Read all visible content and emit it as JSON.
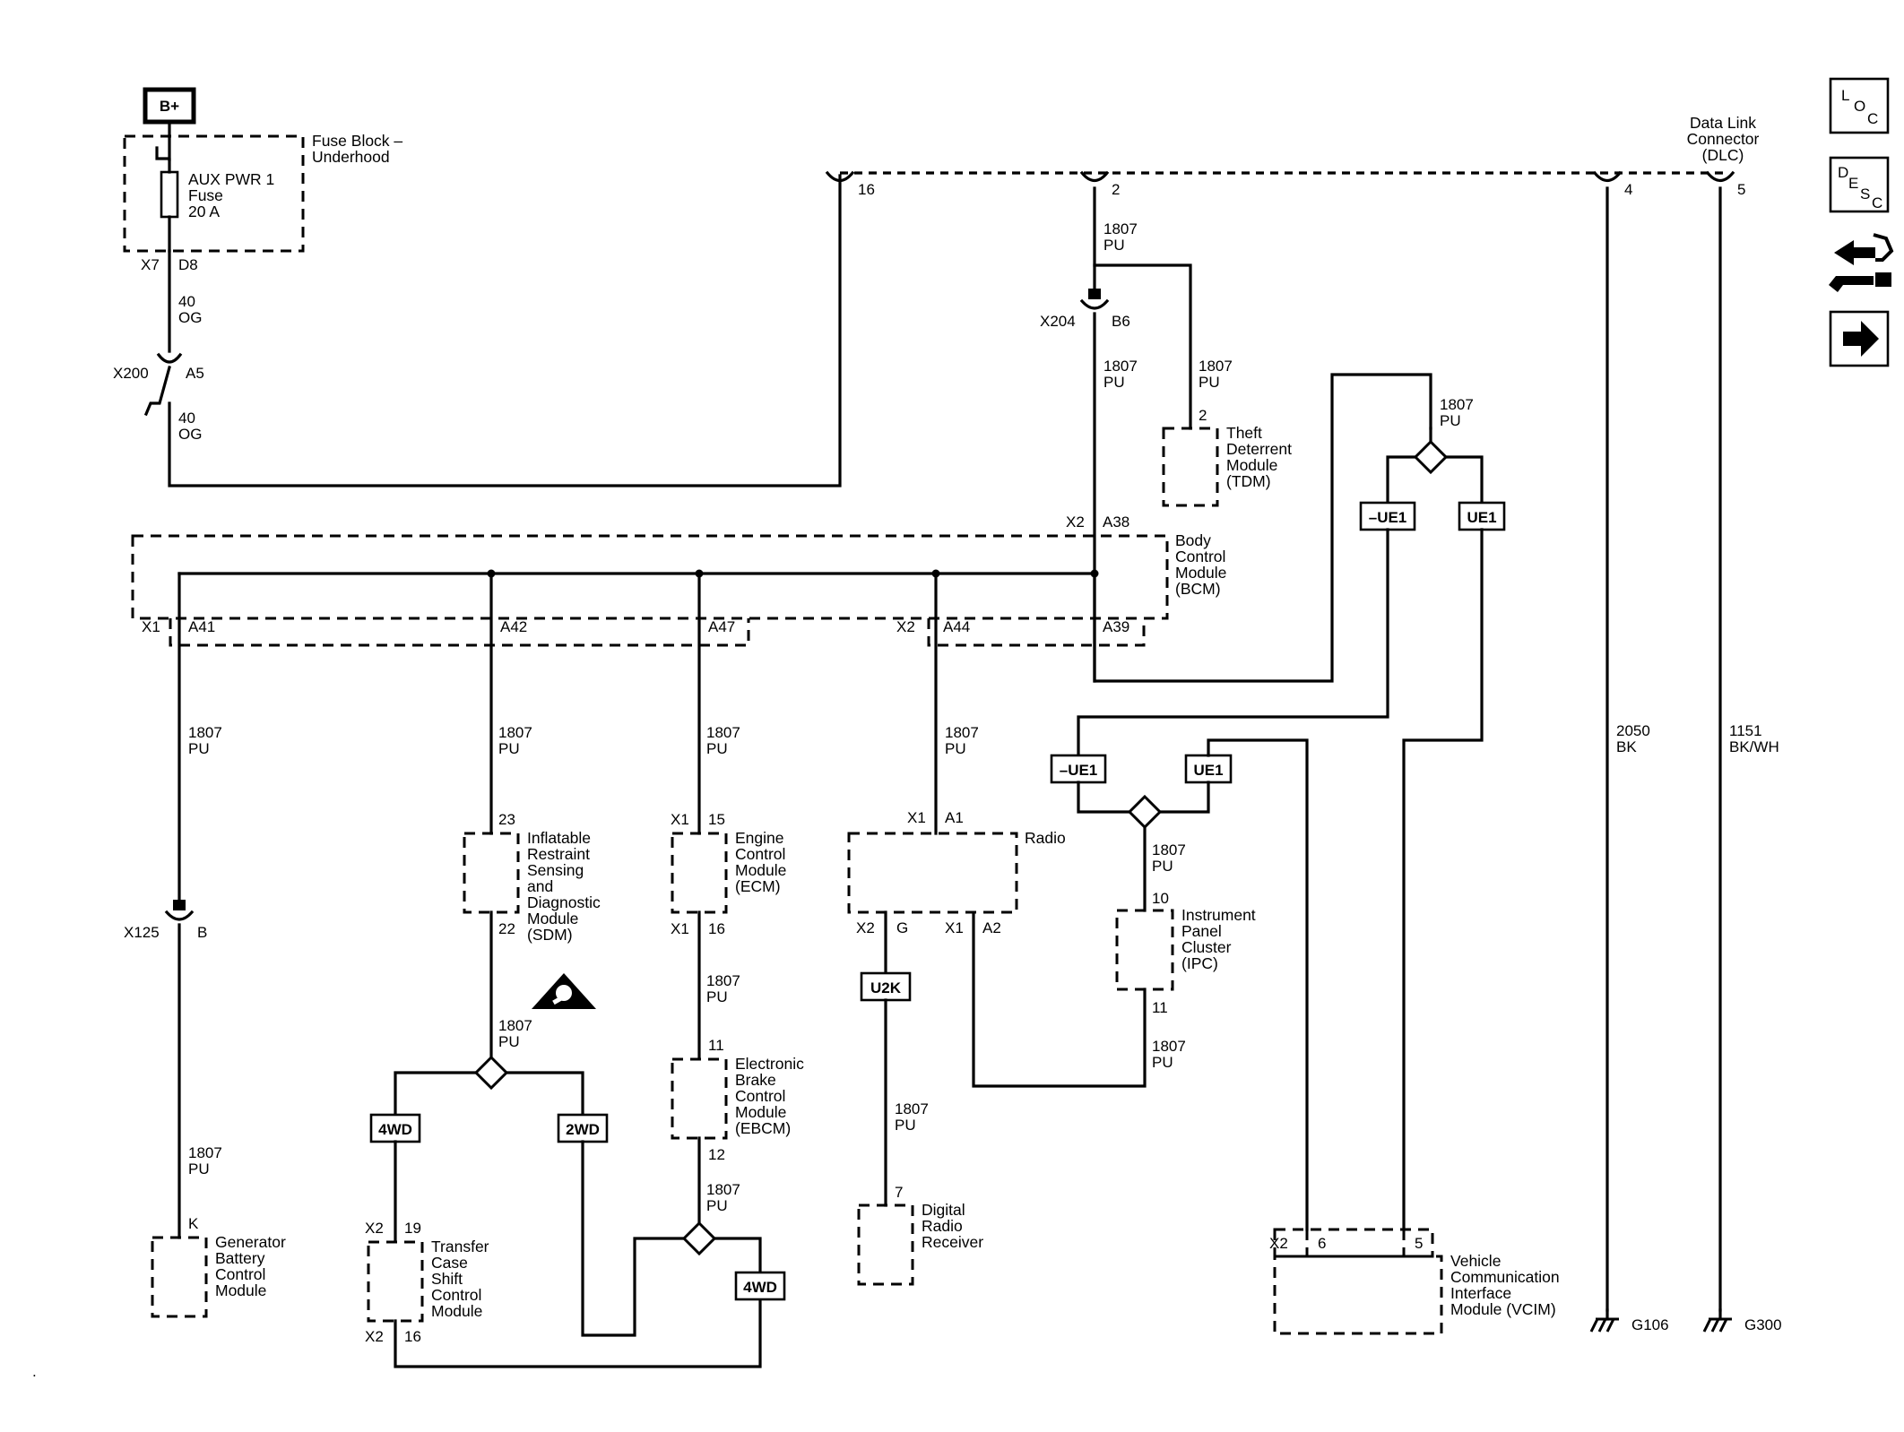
{
  "power": {
    "battery": "B+"
  },
  "fuse_block": {
    "name": "Fuse Block – Underhood",
    "line1": "Fuse Block –",
    "line2": "Underhood",
    "fuse_name": "AUX PWR 1",
    "fuse_word": "Fuse",
    "rating": "20 A",
    "conn": "X7",
    "pin": "D8"
  },
  "wires": {
    "og_circuit": "40",
    "og_color": "OG",
    "pu_circuit": "1807",
    "pu_color": "PU",
    "bk_circuit": "2050",
    "bk_color": "BK",
    "bkwh_circuit": "1151",
    "bkwh_color": "BK/WH"
  },
  "connectors": {
    "x200": "X200",
    "a5": "A5",
    "x204": "X204",
    "b6": "B6",
    "x125": "X125",
    "b": "B",
    "x1": "X1",
    "x2": "X2",
    "a41": "A41",
    "a42": "A42",
    "a47": "A47",
    "a44": "A44",
    "a39": "A39",
    "a38": "A38",
    "a1": "A1",
    "a2": "A2",
    "g": "G",
    "k": "K"
  },
  "dlc": {
    "line1": "Data Link",
    "line2": "Connector",
    "line3": "(DLC)",
    "pin16": "16",
    "pin2": "2",
    "pin4": "4",
    "pin5": "5"
  },
  "modules": {
    "tdm": {
      "pin": "2",
      "lines": [
        "Theft",
        "Deterrent",
        "Module",
        "(TDM)"
      ]
    },
    "bcm": {
      "lines": [
        "Body",
        "Control",
        "Module",
        "(BCM)"
      ]
    },
    "sdm": {
      "pin_in": "23",
      "pin_out": "22",
      "lines": [
        "Inflatable",
        "Restraint",
        "Sensing",
        "and",
        "Diagnostic",
        "Module",
        "(SDM)"
      ]
    },
    "ecm": {
      "pin_in": "15",
      "pin_out": "16",
      "lines": [
        "Engine",
        "Control",
        "Module",
        "(ECM)"
      ]
    },
    "radio": {
      "lines": [
        "Radio"
      ]
    },
    "ebcm": {
      "pin_in": "11",
      "pin_out": "12",
      "lines": [
        "Electronic",
        "Brake",
        "Control",
        "Module",
        "(EBCM)"
      ]
    },
    "ipc": {
      "pin_in": "10",
      "pin_out": "11",
      "lines": [
        "Instrument",
        "Panel",
        "Cluster",
        "(IPC)"
      ]
    },
    "gbcm": {
      "lines": [
        "Generator",
        "Battery",
        "Control",
        "Module"
      ]
    },
    "tcscm": {
      "pin_in": "19",
      "pin_out": "16",
      "lines": [
        "Transfer",
        "Case",
        "Shift",
        "Control",
        "Module"
      ]
    },
    "drr": {
      "pin": "7",
      "lines": [
        "Digital",
        "Radio",
        "Receiver"
      ]
    },
    "vcim": {
      "pin6": "6",
      "pin5": "5",
      "lines": [
        "Vehicle",
        "Communication",
        "Interface",
        "Module (VCIM)"
      ]
    }
  },
  "options": {
    "ue1_neg": "–UE1",
    "ue1": "UE1",
    "u2k": "U2K",
    "fourwd": "4WD",
    "twowd": "2WD"
  },
  "grounds": {
    "g106": "G106",
    "g300": "G300"
  },
  "side_icons": [
    "loc-icon",
    "desc-icon",
    "connector-repair-icon",
    "next-arrow-icon"
  ],
  "side_icon_text": {
    "loc": [
      "L",
      "O",
      "C"
    ],
    "desc": [
      "D",
      "E",
      "S",
      "C"
    ]
  }
}
